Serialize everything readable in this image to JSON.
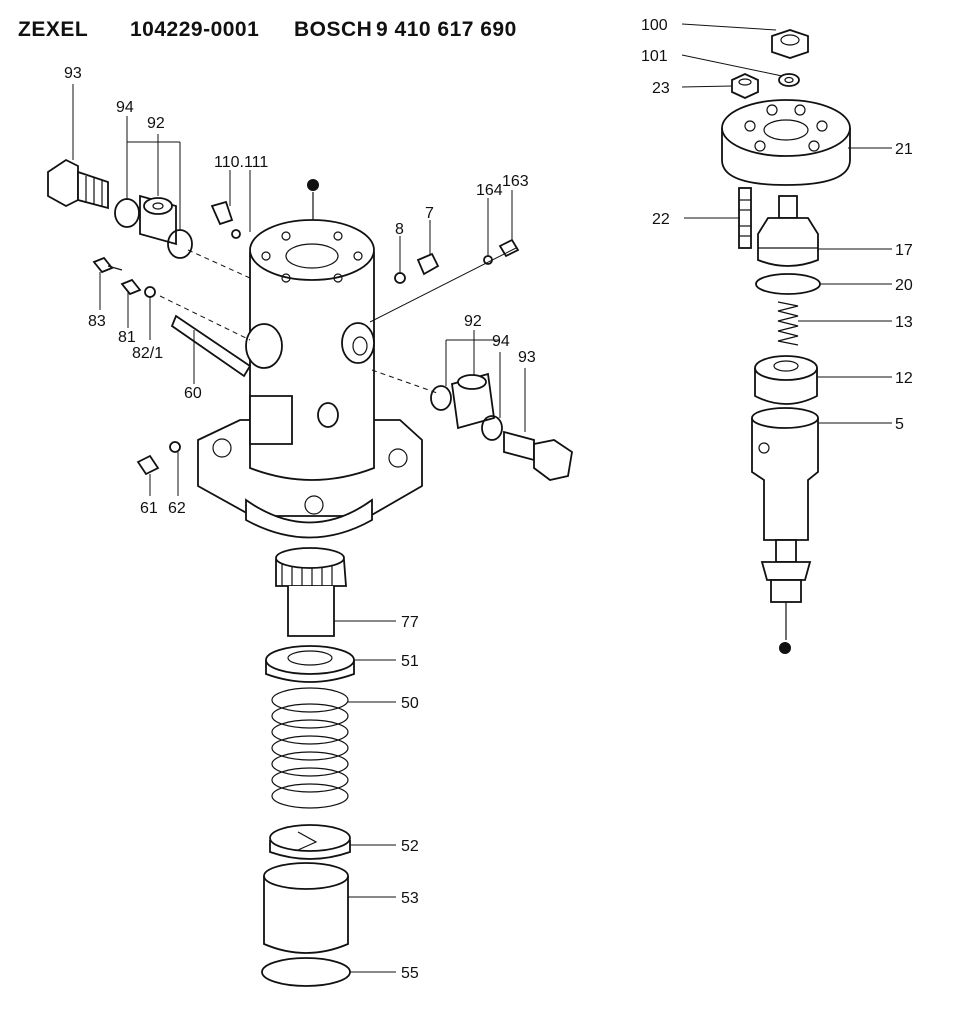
{
  "header": {
    "brand_1": "ZEXEL",
    "number_1": "104229-0001",
    "brand_2": "BOSCH",
    "number_2": "9 410 617 690"
  },
  "labels": {
    "p100": "100",
    "p101": "101",
    "p23": "23",
    "p21": "21",
    "p22": "22",
    "p17": "17",
    "p20": "20",
    "p13": "13",
    "p12": "12",
    "p5": "5",
    "p93a": "93",
    "p94a": "94",
    "p92a": "92",
    "p110": "110.111",
    "p164": "164",
    "p163": "163",
    "p8": "8",
    "p7": "7",
    "p83": "83",
    "p81": "81",
    "p82": "82/1",
    "p60": "60",
    "p92b": "92",
    "p94b": "94",
    "p93b": "93",
    "p61": "61",
    "p62": "62",
    "p77": "77",
    "p51": "51",
    "p50": "50",
    "p52": "52",
    "p53": "53",
    "p55": "55"
  }
}
